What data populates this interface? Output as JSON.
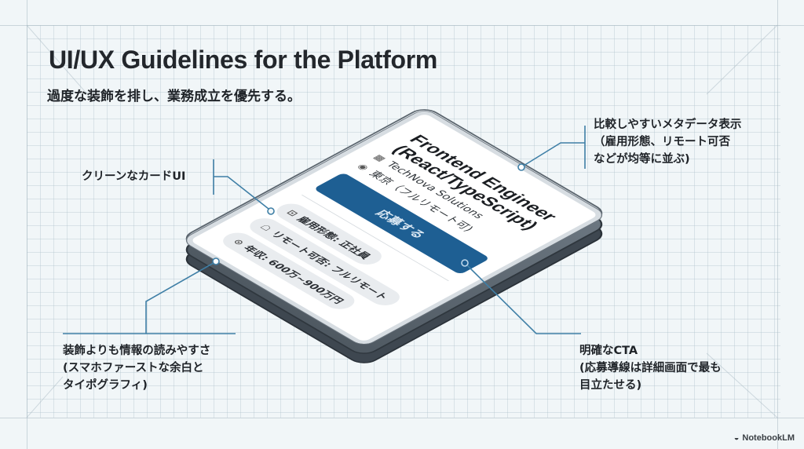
{
  "header": {
    "title": "UI/UX Guidelines for the Platform",
    "subtitle": "過度な装飾を排し、業務成立を優先する。"
  },
  "card": {
    "job_title": "Frontend Engineer (React/TypeScript)",
    "company_icon": "building-icon",
    "company": "TechNova Solutions",
    "location_icon": "map-pin-icon",
    "location": "東京（フルリモート可)",
    "cta_label": "応募する",
    "cta_color": "#1e5f93",
    "pills": [
      {
        "icon": "briefcase-icon",
        "label": "雇用形態: 正社員"
      },
      {
        "icon": "remote-icon",
        "label": "リモート可否: フルリモート"
      },
      {
        "icon": "money-icon",
        "label": "年収: 600万~900万円"
      }
    ]
  },
  "callouts": {
    "clean_card": {
      "lines": [
        "クリーンなカードUI"
      ]
    },
    "metadata": {
      "lines": [
        "比較しやすいメタデータ表示",
        "（雇用形態、リモート可否",
        "などが均等に並ぶ)"
      ]
    },
    "readability": {
      "lines": [
        "装飾よりも情報の読みやすさ",
        "(スマホファーストな余白と",
        "タイポグラフィ)"
      ]
    },
    "cta": {
      "lines": [
        "明確なCTA",
        "(応募導線は詳細画面で最も",
        "目立たせる)"
      ]
    }
  },
  "colors": {
    "callout_line": "#3f7fa6",
    "background": "#f1f6f8"
  },
  "brand": {
    "icon": "notebooklm-icon",
    "label": "NotebookLM"
  }
}
